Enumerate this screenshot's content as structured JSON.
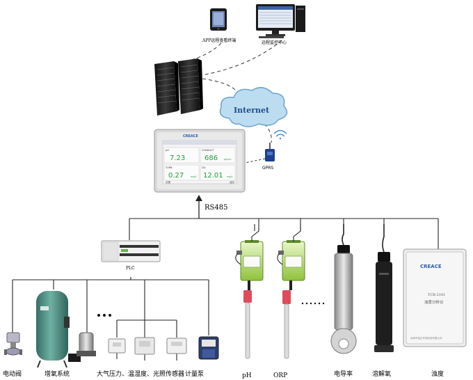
{
  "labels": {
    "app": "APP远程查看终端",
    "remote_center": "远程监控中心",
    "internet": "Internet",
    "gprs": "GPRS",
    "rs485": "RS485",
    "plc": "PLC",
    "valve": "电动阀",
    "oxygen": "增氧系统",
    "sensors": "大气压力、温湿度、光照传感器",
    "pump": "计量泵",
    "ph": "pH",
    "orp": "ORP",
    "conductivity": "电导率",
    "do": "溶解氧",
    "turbidity": "浊度"
  },
  "brand": "CREACE",
  "analyzer": {
    "model": "TCR-2101",
    "name": "浊度分析仪",
    "footer": "深圳市创正环保科技有限公司"
  },
  "hmi": {
    "readings": [
      {
        "label": "pH",
        "value": "7.23",
        "unit": ""
      },
      {
        "label": "CONDUCT",
        "value": "686",
        "unit": "μs/cm"
      },
      {
        "label": "TURB",
        "value": "0.27",
        "unit": "mg/L"
      },
      {
        "label": "DO",
        "value": "12.01",
        "unit": "mg/L"
      }
    ],
    "footer_left": "设置",
    "footer_right": "返回"
  },
  "colors": {
    "tank": "#4f8d82",
    "value_green": "#1f9c3a",
    "cloud": "#bcdcf0",
    "cloud_text": "#1d4f8a"
  }
}
